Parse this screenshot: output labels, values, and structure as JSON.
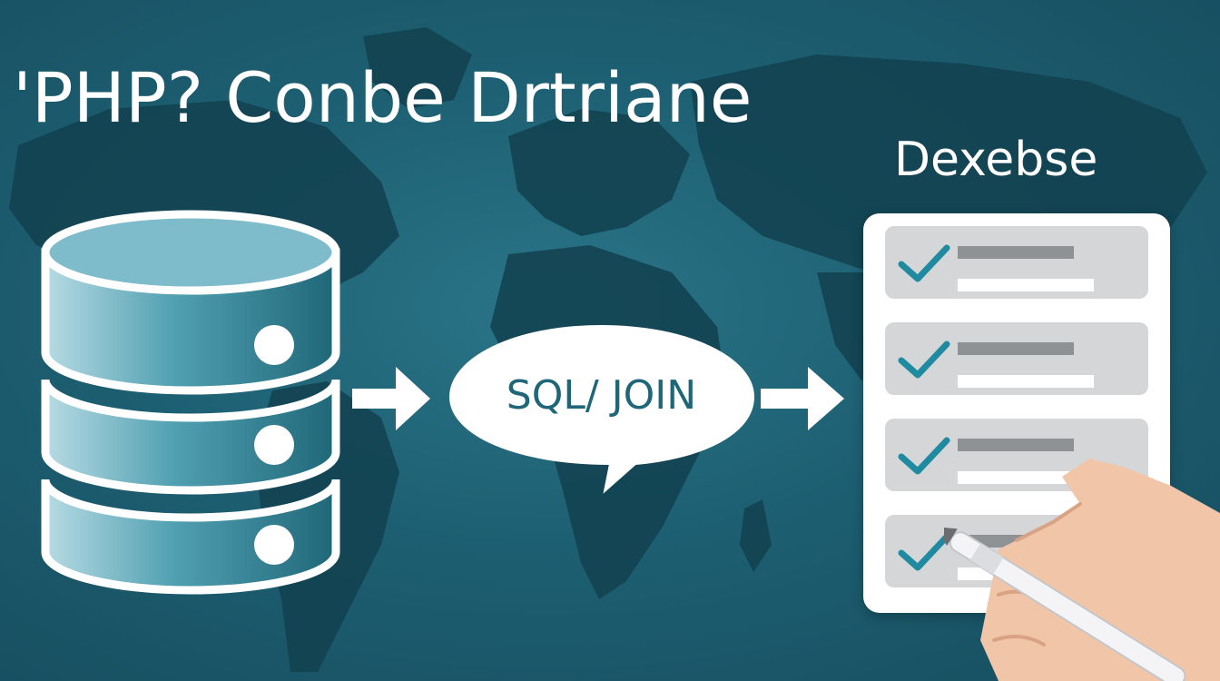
{
  "title": "'PHP? Conbe Drtriane",
  "right_label": "Dexebse",
  "bubble_text": "SQL/ JOIN",
  "colors": {
    "background": "#1d5f72",
    "continents": "#12414f",
    "accent": "#1f6778",
    "check": "#1f8aa0",
    "white": "#ffffff"
  },
  "icons": {
    "database": "database-icon",
    "arrow": "arrow-right-icon",
    "speech": "speech-bubble-icon",
    "check": "checkmark-icon",
    "hand": "hand-with-pen"
  },
  "checklist": {
    "rows": [
      {
        "checked": true
      },
      {
        "checked": true
      },
      {
        "checked": true
      },
      {
        "checked": true
      }
    ]
  }
}
